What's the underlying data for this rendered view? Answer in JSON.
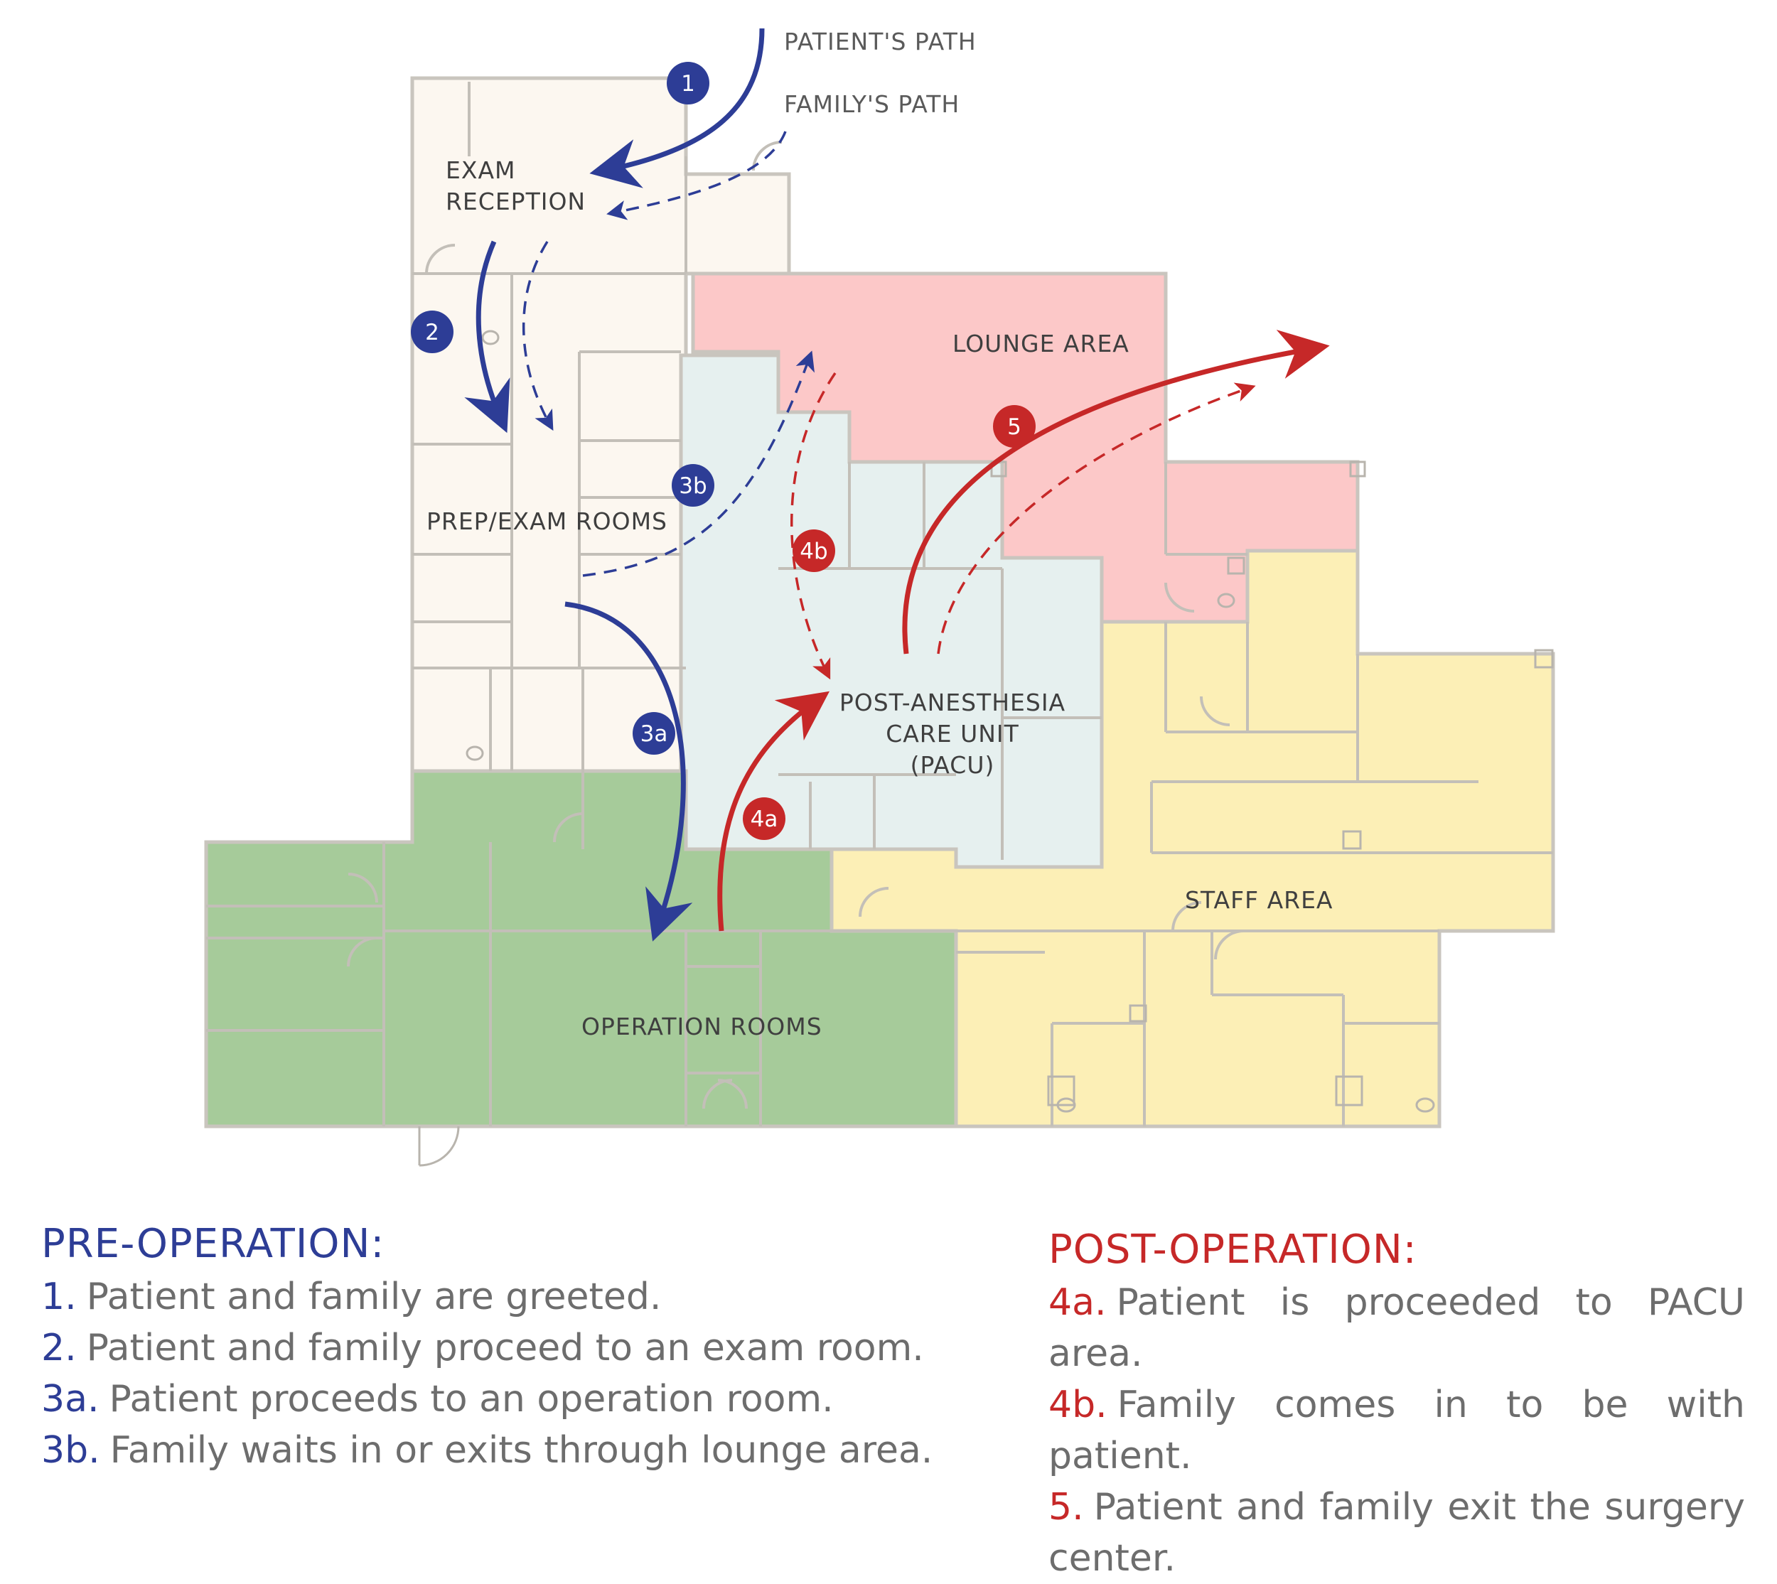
{
  "legend_keys": {
    "patient_path": "PATIENT'S PATH",
    "family_path": "FAMILY'S PATH"
  },
  "areas": {
    "exam_reception": [
      "EXAM",
      "RECEPTION"
    ],
    "prep_exam": "PREP/EXAM ROOMS",
    "lounge": "LOUNGE AREA",
    "pacu": [
      "POST-ANESTHESIA",
      "CARE UNIT",
      "(PACU)"
    ],
    "staff": "STAFF AREA",
    "operation": "OPERATION ROOMS"
  },
  "area_colors": {
    "exam": "#fcf7f0",
    "lounge": "#fcc8c8",
    "pacu": "#e6f0ef",
    "staff": "#fcefb6",
    "operation": "#a6cb9a"
  },
  "path_colors": {
    "pre": "#2d3d96",
    "post": "#c62828"
  },
  "badges": {
    "b1": "1",
    "b2": "2",
    "b3a": "3a",
    "b3b": "3b",
    "b4a": "4a",
    "b4b": "4b",
    "b5": "5"
  },
  "pre_operation": {
    "heading": "PRE-OPERATION:",
    "items": [
      {
        "num": "1.",
        "text": "Patient and family are greeted."
      },
      {
        "num": "2.",
        "text": "Patient and family proceed to an exam room."
      },
      {
        "num": "3a.",
        "text": "Patient proceeds to an operation room."
      },
      {
        "num": "3b.",
        "text": "Family waits in or exits through lounge area."
      }
    ]
  },
  "post_operation": {
    "heading": "POST-OPERATION:",
    "items": [
      {
        "num": "4a.",
        "text": "Patient is proceeded to PACU area."
      },
      {
        "num": "4b.",
        "text": "Family comes in to be with patient."
      },
      {
        "num": "5.",
        "text": "Patient and family exit the surgery center."
      }
    ]
  }
}
